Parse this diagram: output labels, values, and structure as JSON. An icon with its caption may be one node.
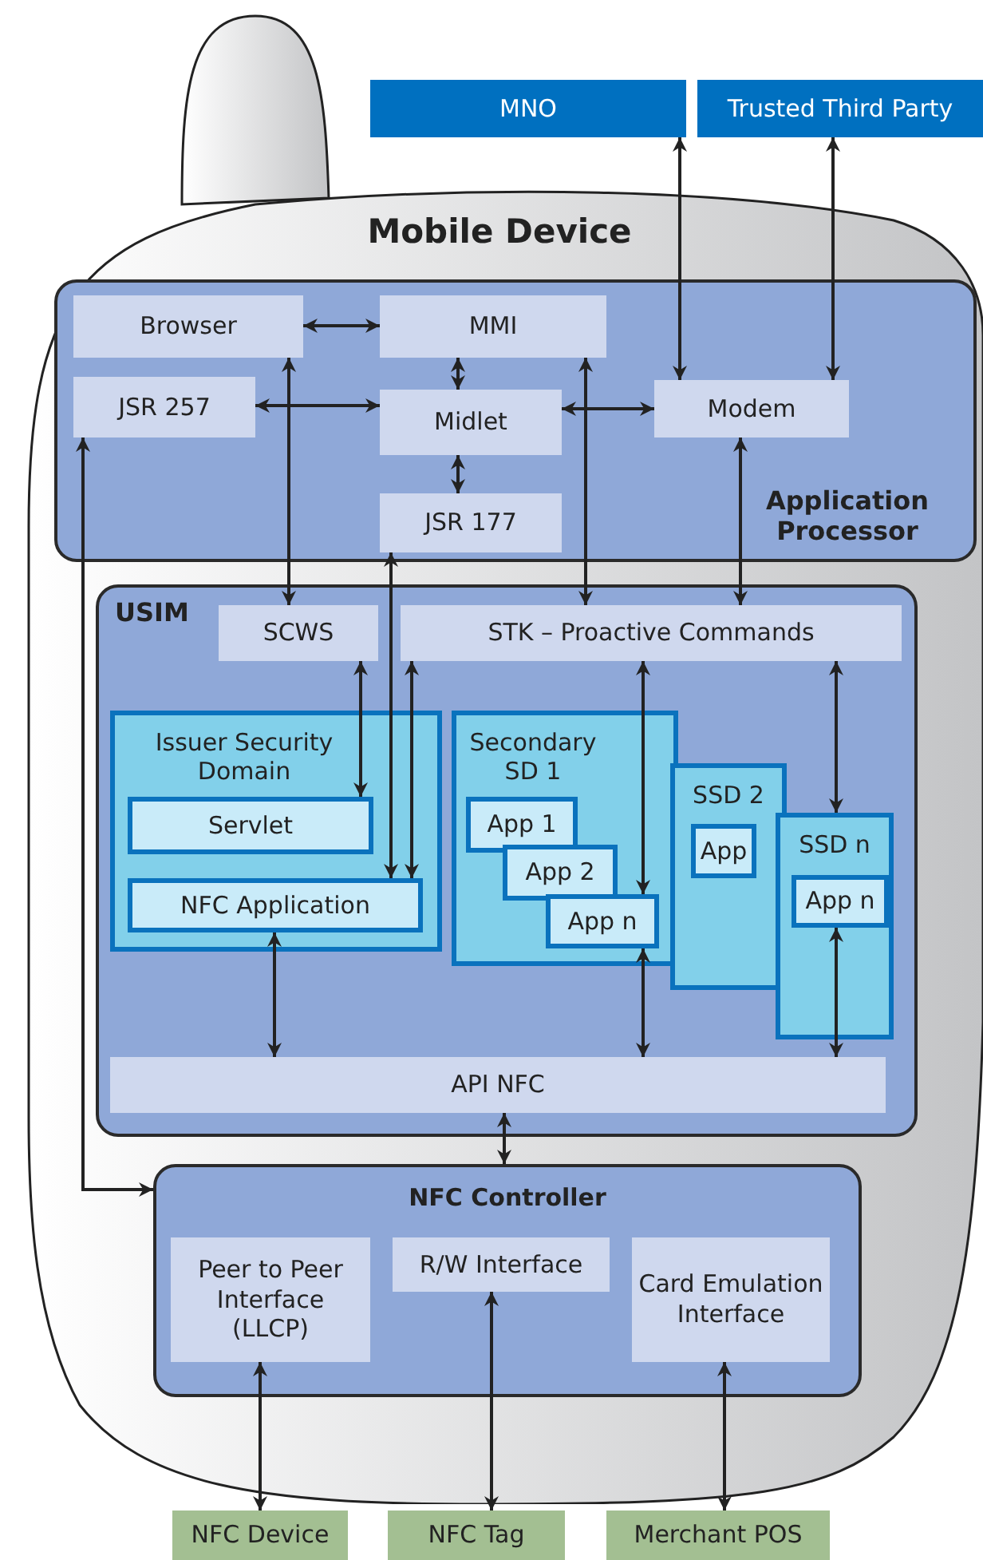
{
  "diagram": {
    "nodes": [
      {
        "text": [
          "MNO"
        ]
      },
      {
        "text": [
          "Trusted Third Party"
        ]
      },
      {
        "text": [
          "Mobile Device"
        ]
      },
      {
        "text": [
          "Application Processor"
        ],
        "in": 2
      },
      {
        "text": [
          "Browser"
        ],
        "in": 3
      },
      {
        "text": [
          "MMI"
        ],
        "in": 3
      },
      {
        "text": [
          "JSR 257"
        ],
        "in": 3
      },
      {
        "text": [
          "Midlet"
        ],
        "in": 3
      },
      {
        "text": [
          "Modem"
        ],
        "in": 3
      },
      {
        "text": [
          "JSR 177"
        ],
        "in": 3
      },
      {
        "text": [
          "USIM"
        ],
        "in": 2
      },
      {
        "text": [
          "SCWS"
        ],
        "in": 10
      },
      {
        "text": [
          "STK – Proactive Commands"
        ],
        "in": 10
      },
      {
        "text": [
          "Issuer Security Domain"
        ],
        "in": 10
      },
      {
        "text": [
          "Servlet"
        ],
        "in": 13
      },
      {
        "text": [
          "NFC Application"
        ],
        "in": 13
      },
      {
        "text": [
          "Secondary SD 1"
        ],
        "in": 10
      },
      {
        "text": [
          "App 1"
        ],
        "in": 16
      },
      {
        "text": [
          "App 2"
        ],
        "in": 16
      },
      {
        "text": [
          "App n"
        ],
        "in": 16
      },
      {
        "text": [
          "SSD 2"
        ],
        "in": 10
      },
      {
        "text": [
          "App"
        ],
        "in": 20
      },
      {
        "text": [
          "SSD n"
        ],
        "in": 10
      },
      {
        "text": [
          "App n"
        ],
        "in": 22
      },
      {
        "text": [
          "API NFC"
        ],
        "in": 10
      },
      {
        "text": [
          "NFC Controller"
        ],
        "in": 2
      },
      {
        "text": [
          "Peer to Peer Interface (LLCP)"
        ],
        "in": 25
      },
      {
        "text": [
          "R/W Interface"
        ],
        "in": 25
      },
      {
        "text": [
          "Card Emulation Interface"
        ],
        "in": 25
      },
      {
        "text": [
          "NFC Device"
        ]
      },
      {
        "text": [
          "NFC Tag"
        ]
      },
      {
        "text": [
          "Merchant POS"
        ]
      }
    ],
    "edges": [
      {
        "from": 4,
        "to": 5,
        "arrow": "both"
      },
      {
        "from": 5,
        "to": 7,
        "arrow": "both"
      },
      {
        "from": 7,
        "to": 9,
        "arrow": "both"
      },
      {
        "from": 6,
        "to": 7,
        "arrow": "both"
      },
      {
        "from": 7,
        "to": 8,
        "arrow": "both"
      },
      {
        "from": 0,
        "to": 8,
        "arrow": "both"
      },
      {
        "from": 1,
        "to": 8,
        "arrow": "both"
      },
      {
        "from": 4,
        "to": 11,
        "arrow": "both"
      },
      {
        "from": 5,
        "to": 12,
        "arrow": "both"
      },
      {
        "from": 8,
        "to": 12,
        "arrow": "both"
      },
      {
        "from": 9,
        "to": 15,
        "arrow": "both"
      },
      {
        "from": 12,
        "to": 15,
        "arrow": "both"
      },
      {
        "from": 11,
        "to": 14,
        "arrow": "both"
      },
      {
        "from": 12,
        "to": 19,
        "arrow": "both"
      },
      {
        "from": 12,
        "to": 22,
        "arrow": "both"
      },
      {
        "from": 15,
        "to": 24,
        "arrow": "both"
      },
      {
        "from": 19,
        "to": 24,
        "arrow": "both"
      },
      {
        "from": 23,
        "to": 24,
        "arrow": "both"
      },
      {
        "from": 24,
        "to": 25,
        "arrow": "both"
      },
      {
        "from": 6,
        "to": 25,
        "arrow": "both"
      },
      {
        "from": 26,
        "to": 29,
        "arrow": "both"
      },
      {
        "from": 27,
        "to": 30,
        "arrow": "both"
      },
      {
        "from": 28,
        "to": 31,
        "arrow": "both"
      }
    ]
  }
}
